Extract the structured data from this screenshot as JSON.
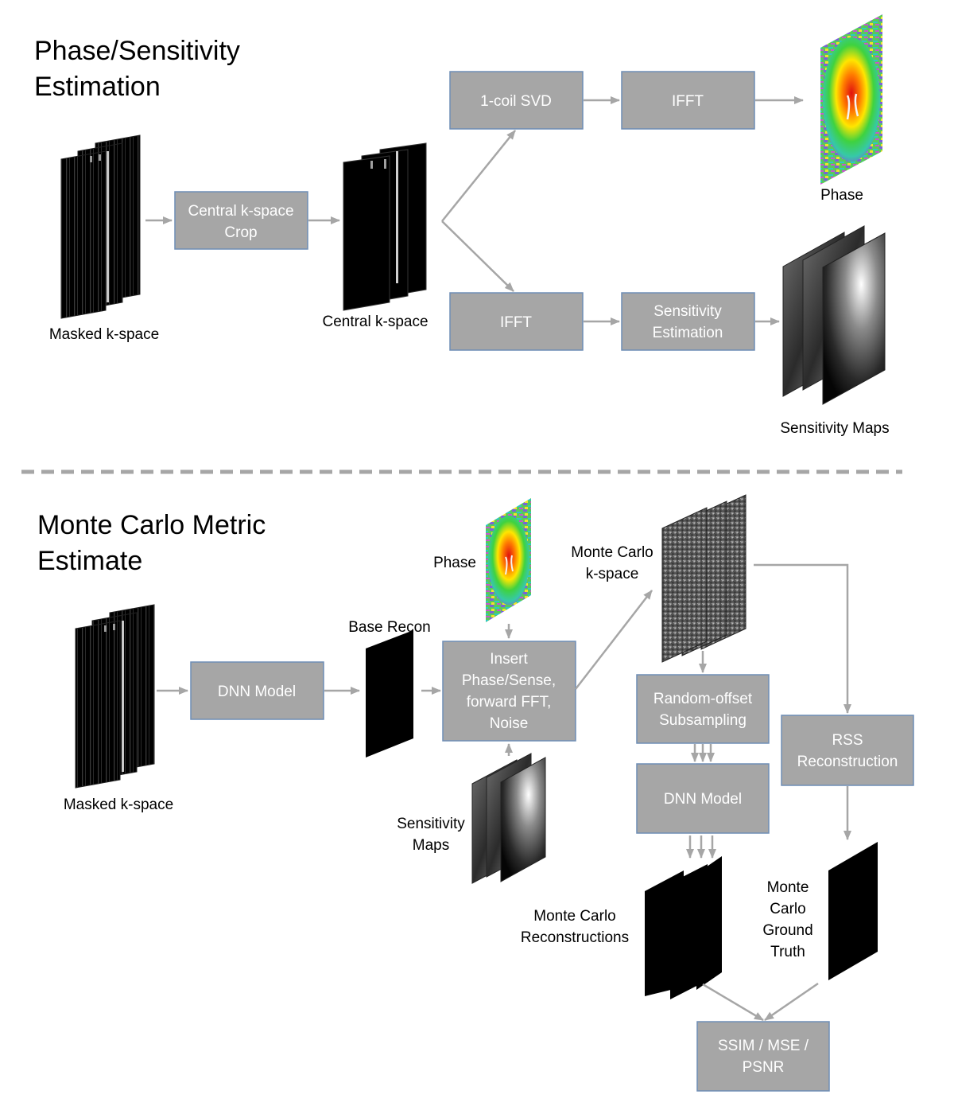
{
  "sections": {
    "phase_sensitivity": {
      "title_line1": "Phase/Sensitivity",
      "title_line2": "Estimation"
    },
    "monte_carlo": {
      "title_line1": "Monte Carlo Metric",
      "title_line2": "Estimate"
    }
  },
  "boxes": {
    "central_crop": [
      "Central k-space",
      "Crop"
    ],
    "svd": [
      "1-coil SVD"
    ],
    "ifft_top": [
      "IFFT"
    ],
    "ifft_bottom": [
      "IFFT"
    ],
    "sens_est": [
      "Sensitivity",
      "Estimation"
    ],
    "dnn_model_1": [
      "DNN Model"
    ],
    "insert": [
      "Insert",
      "Phase/Sense,",
      "forward FFT,",
      "Noise"
    ],
    "random_offset": [
      "Random-offset",
      "Subsampling"
    ],
    "dnn_model_2": [
      "DNN Model"
    ],
    "rss": [
      "RSS",
      "Reconstruction"
    ],
    "metrics": [
      "SSIM / MSE /",
      "PSNR"
    ]
  },
  "labels": {
    "masked_kspace_top": [
      "Masked k-space"
    ],
    "central_kspace": [
      "Central k-space"
    ],
    "phase_top": [
      "Phase"
    ],
    "sens_maps_top": [
      "Sensitivity Maps"
    ],
    "masked_kspace_bottom": [
      "Masked k-space"
    ],
    "base_recon": [
      "Base Recon"
    ],
    "phase_bottom": [
      "Phase"
    ],
    "mc_kspace": [
      "Monte Carlo",
      "k-space"
    ],
    "sens_maps_bottom": [
      "Sensitivity",
      "Maps"
    ],
    "mc_recons": [
      "Monte Carlo",
      "Reconstructions"
    ],
    "mc_ground_truth": [
      "Monte",
      "Carlo",
      "Ground",
      "Truth"
    ]
  },
  "colors": {
    "box_fill": "#a6a6a6",
    "box_border": "#6f8db5",
    "arrow": "#a6a6a6",
    "box_text": "#ffffff"
  },
  "icons": {
    "kspace_stack": "kspace-stack-icon",
    "phase_map": "phase-map-icon",
    "sensitivity_stack": "sensitivity-map-stack-icon",
    "brain_image": "brain-mri-icon"
  }
}
